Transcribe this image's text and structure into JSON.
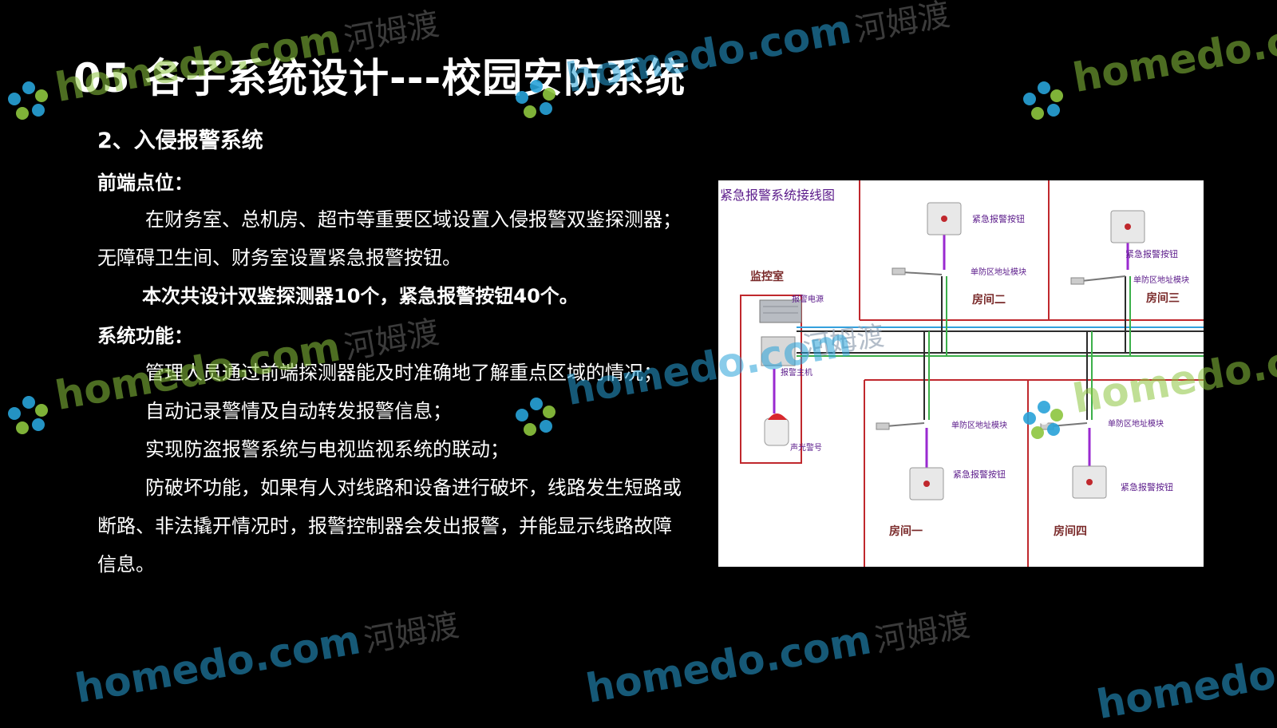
{
  "page": {
    "title": "05 各子系统设计---校园安防系统"
  },
  "content": {
    "subtitle": "2、入侵报警系统",
    "front_label": "前端点位：",
    "front_text": "在财务室、总机房、超市等重要区域设置入侵报警双鉴探测器；无障碍卫生间、财务室设置紧急报警按钮。",
    "front_bold": "本次共设计双鉴探测器10个，紧急报警按钮40个。",
    "func_label": "系统功能：",
    "func_items": [
      "管理人员通过前端探测器能及时准确地了解重点区域的情况；",
      "自动记录警情及自动转发报警信息；",
      "实现防盗报警系统与电视监视系统的联动；",
      "防破坏功能，如果有人对线路和设备进行破坏，线路发生短路或断路、非法撬开情况时，报警控制器会发出报警，并能显示线路故障信息。"
    ]
  },
  "diagram": {
    "title": "紧急报警系统接线图",
    "control_room": "监控室",
    "power": "报警电源",
    "host": "报警主机",
    "siren": "声光警号",
    "room1": "房间一",
    "room2": "房间二",
    "room3": "房间三",
    "room4": "房间四",
    "button_label": "紧急报警按钮",
    "module_label": "单防区地址模块",
    "watermark_cn": "河姆渡"
  },
  "watermark": {
    "brand": "homedo.com",
    "cn": "河姆渡"
  },
  "colors": {
    "background": "#000000",
    "text": "#ffffff",
    "wall": "#c0282d",
    "label_purple": "#5a1a8a",
    "wm_green": "#8dc63f",
    "wm_blue": "#29a3d9"
  }
}
